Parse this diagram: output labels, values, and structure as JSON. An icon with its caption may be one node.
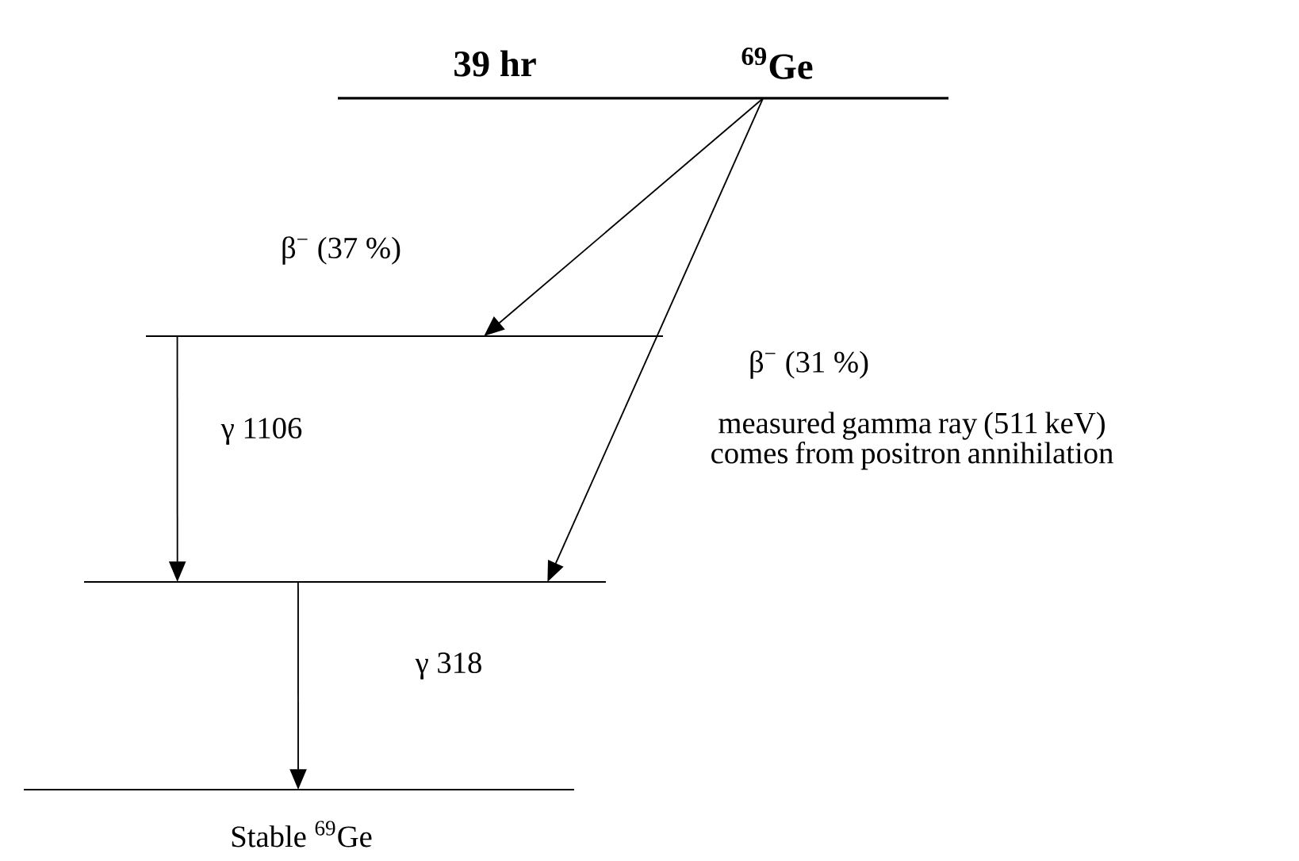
{
  "diagram": {
    "nodes": [
      {
        "text": [
          "39 hr",
          "$^{69}$Ge"
        ]
      },
      {
        "text": [],
        "shape": "bar"
      },
      {
        "text": [],
        "shape": "bar"
      },
      {
        "text": [
          "Stable $^{69}$Ge"
        ]
      }
    ],
    "edges": [
      {
        "from": 0,
        "to": 1,
        "arrow": "to",
        "label": "β$^{−}$ (37 %)"
      },
      {
        "from": 0,
        "to": 2,
        "arrow": "to",
        "label": "β$^{−}$ (31 %)"
      },
      {
        "from": 1,
        "to": 2,
        "arrow": "to",
        "label": "γ 1106"
      },
      {
        "from": 2,
        "to": 3,
        "arrow": "to",
        "label": "γ 318"
      }
    ],
    "labels": [
      "measured gamma ray (511 keV) comes from positron annihilation"
    ]
  }
}
